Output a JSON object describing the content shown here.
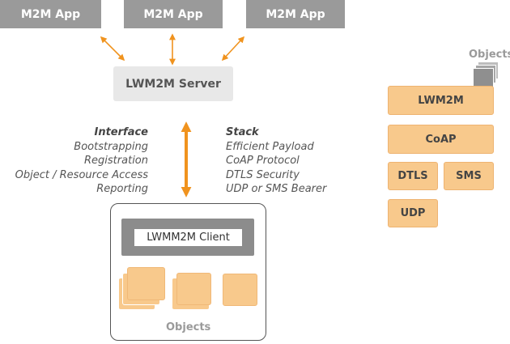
{
  "apps": [
    "M2M App",
    "M2M App",
    "M2M App"
  ],
  "server": {
    "label": "LWM2M Server"
  },
  "interface": {
    "title": "Interface",
    "items": [
      "Bootstrapping",
      "Registration",
      "Object / Resource Access",
      "Reporting"
    ]
  },
  "stack_info": {
    "title": "Stack",
    "items": [
      "Efficient Payload",
      "CoAP Protocol",
      "DTLS Security",
      "UDP or SMS Bearer"
    ]
  },
  "client": {
    "label": "LWMM2M Client",
    "objects_label": "Objects"
  },
  "protocol_stack": {
    "objects_label": "Objects",
    "layers": [
      "LWM2M",
      "CoAP",
      "DTLS",
      "SMS",
      "UDP"
    ]
  },
  "colors": {
    "orange": "#f0931e",
    "tile": "#f8c98c",
    "gray": "#9a9a9a"
  }
}
